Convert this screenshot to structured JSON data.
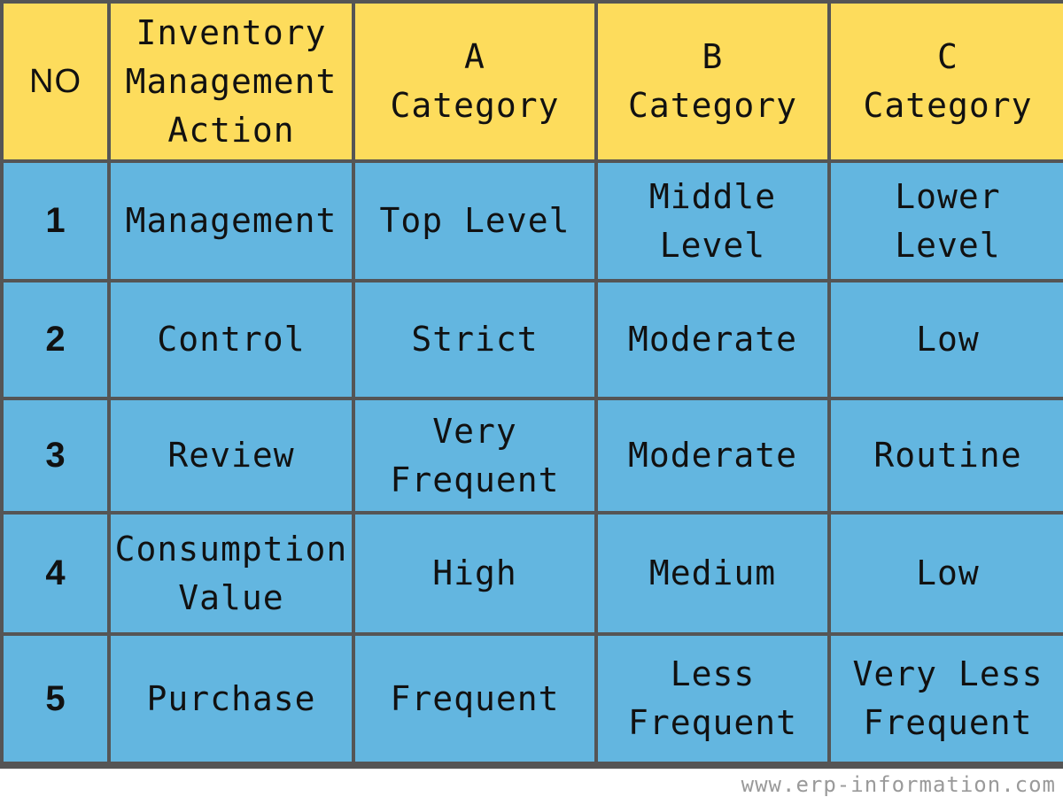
{
  "table": {
    "headers": [
      "NO",
      "Inventory\nManagement\nAction",
      "A\nCategory",
      "B\nCategory",
      "C\nCategory"
    ],
    "rows": [
      [
        "1",
        "Management",
        "Top Level",
        "Middle\nLevel",
        "Lower\nLevel"
      ],
      [
        "2",
        "Control",
        "Strict",
        "Moderate",
        "Low"
      ],
      [
        "3",
        "Review",
        "Very\nFrequent",
        "Moderate",
        "Routine"
      ],
      [
        "4",
        "Consumption\nValue",
        "High",
        "Medium",
        "Low"
      ],
      [
        "5",
        "Purchase",
        "Frequent",
        "Less\nFrequent",
        "Very Less\nFrequent"
      ]
    ]
  },
  "colors": {
    "header_background": "#fddc5c",
    "body_background": "#63b6e0",
    "grid_lines": "#555555"
  },
  "watermark": "www.erp-information.com"
}
